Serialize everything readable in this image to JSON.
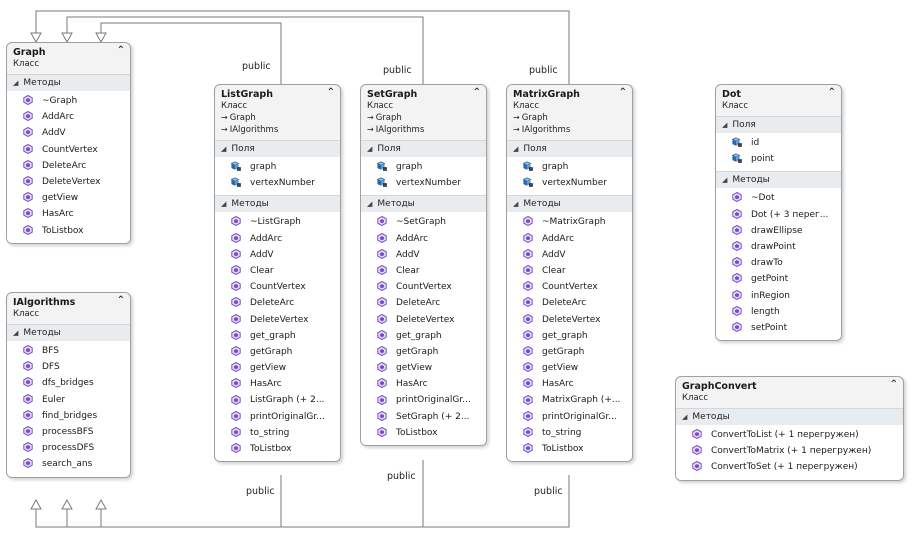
{
  "labels": {
    "public_top": "public",
    "public_bottom": "public"
  },
  "colors": {
    "method_icon": "#7a4fc6",
    "field_icon": "#2b6aa8",
    "box_border": "#a0a0a0",
    "section_bg": "#e9ecef"
  },
  "classes": [
    {
      "name": "Graph",
      "kind": "Класс",
      "inherits": [],
      "sections": [
        {
          "label": "Методы",
          "members": [
            "~Graph",
            "AddArc",
            "AddV",
            "CountVertex",
            "DeleteArc",
            "DeleteVertex",
            "getView",
            "HasArc",
            "ToListbox"
          ]
        }
      ]
    },
    {
      "name": "IAlgorithms",
      "kind": "Класс",
      "inherits": [],
      "sections": [
        {
          "label": "Методы",
          "members": [
            "BFS",
            "DFS",
            "dfs_bridges",
            "Euler",
            "find_bridges",
            "processBFS",
            "processDFS",
            "search_ans"
          ]
        }
      ]
    },
    {
      "name": "ListGraph",
      "kind": "Класс",
      "inherits": [
        "Graph",
        "IAlgorithms"
      ],
      "sections": [
        {
          "label": "Поля",
          "members": [
            "graph",
            "vertexNumber"
          ]
        },
        {
          "label": "Методы",
          "members": [
            "~ListGraph",
            "AddArc",
            "AddV",
            "Clear",
            "CountVertex",
            "DeleteArc",
            "DeleteVertex",
            "get_graph",
            "getGraph",
            "getView",
            "HasArc",
            "ListGraph (+ 2...",
            "printOriginalGr...",
            "to_string",
            "ToListbox"
          ]
        }
      ]
    },
    {
      "name": "SetGraph",
      "kind": "Класс",
      "inherits": [
        "Graph",
        "IAlgorithms"
      ],
      "sections": [
        {
          "label": "Поля",
          "members": [
            "graph",
            "vertexNumber"
          ]
        },
        {
          "label": "Методы",
          "members": [
            "~SetGraph",
            "AddArc",
            "AddV",
            "Clear",
            "CountVertex",
            "DeleteArc",
            "DeleteVertex",
            "get_graph",
            "getGraph",
            "getView",
            "HasArc",
            "printOriginalGr...",
            "SetGraph (+ 2...",
            "ToListbox"
          ]
        }
      ]
    },
    {
      "name": "MatrixGraph",
      "kind": "Класс",
      "inherits": [
        "Graph",
        "IAlgorithms"
      ],
      "sections": [
        {
          "label": "Поля",
          "members": [
            "graph",
            "vertexNumber"
          ]
        },
        {
          "label": "Методы",
          "members": [
            "~MatrixGraph",
            "AddArc",
            "AddV",
            "Clear",
            "CountVertex",
            "DeleteArc",
            "DeleteVertex",
            "get_graph",
            "getGraph",
            "getView",
            "HasArc",
            "MatrixGraph (+...",
            "printOriginalGr...",
            "to_string",
            "ToListbox"
          ]
        }
      ]
    },
    {
      "name": "Dot",
      "kind": "Класс",
      "inherits": [],
      "sections": [
        {
          "label": "Поля",
          "members": [
            "id",
            "point"
          ]
        },
        {
          "label": "Методы",
          "members": [
            "~Dot",
            "Dot (+ 3 перег...",
            "drawEllipse",
            "drawPoint",
            "drawTo",
            "getPoint",
            "inRegion",
            "length",
            "setPoint"
          ]
        }
      ]
    },
    {
      "name": "GraphConvert",
      "kind": "Класс",
      "inherits": [],
      "sections": [
        {
          "label": "Методы",
          "members": [
            "ConvertToList (+ 1 перегружен)",
            "ConvertToMatrix (+ 1 перегружен)",
            "ConvertToSet (+ 1 перегружен)"
          ]
        }
      ]
    }
  ]
}
